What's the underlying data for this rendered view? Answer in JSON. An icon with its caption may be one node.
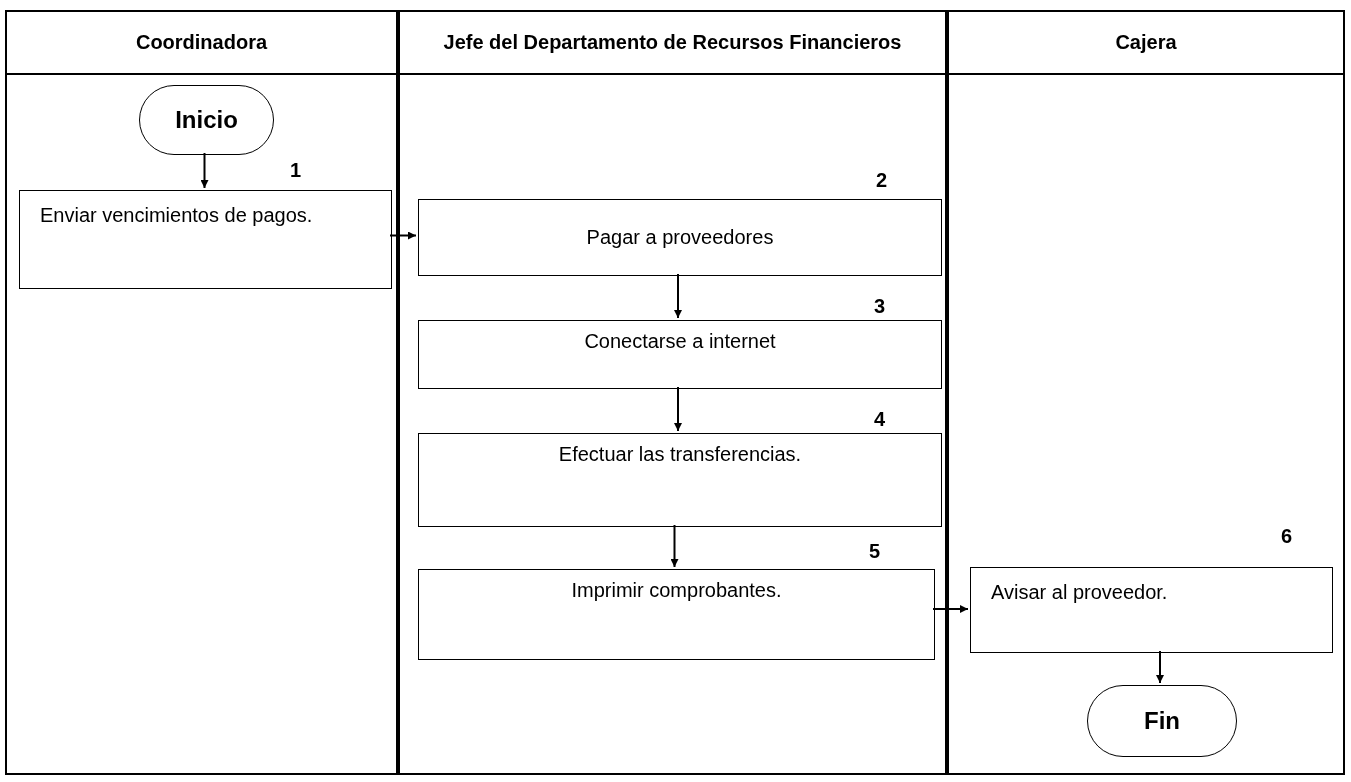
{
  "diagram": {
    "nodes": [
      {
        "text": [
          "Coordinadora"
        ]
      },
      {
        "text": [
          "Jefe del Departamento de Recursos Financieros"
        ]
      },
      {
        "text": [
          "Cajera"
        ]
      },
      {
        "text": [
          "Inicio"
        ],
        "in": 0
      },
      {
        "text": [
          "Enviar vencimientos de pagos."
        ],
        "in": 0,
        "beside": [
          "1"
        ]
      },
      {
        "text": [
          "Pagar a proveedores"
        ],
        "in": 1,
        "beside": [
          "2"
        ]
      },
      {
        "text": [
          "Conectarse a internet"
        ],
        "in": 1,
        "beside": [
          "3"
        ]
      },
      {
        "text": [
          "Efectuar las transferencias."
        ],
        "in": 1,
        "beside": [
          "4"
        ]
      },
      {
        "text": [
          "Imprimir comprobantes."
        ],
        "in": 1,
        "beside": [
          "5"
        ]
      },
      {
        "text": [
          "Avisar al proveedor."
        ],
        "in": 2,
        "beside": [
          "6"
        ]
      },
      {
        "text": [
          "Fin"
        ],
        "in": 2
      }
    ],
    "edges": [
      {
        "from": 3,
        "to": 4,
        "arrow": "to"
      },
      {
        "from": 4,
        "to": 5,
        "arrow": "to"
      },
      {
        "from": 5,
        "to": 6,
        "arrow": "to"
      },
      {
        "from": 6,
        "to": 7,
        "arrow": "to"
      },
      {
        "from": 7,
        "to": 8,
        "arrow": "to"
      },
      {
        "from": 8,
        "to": 9,
        "arrow": "to"
      },
      {
        "from": 9,
        "to": 10,
        "arrow": "to"
      }
    ]
  }
}
